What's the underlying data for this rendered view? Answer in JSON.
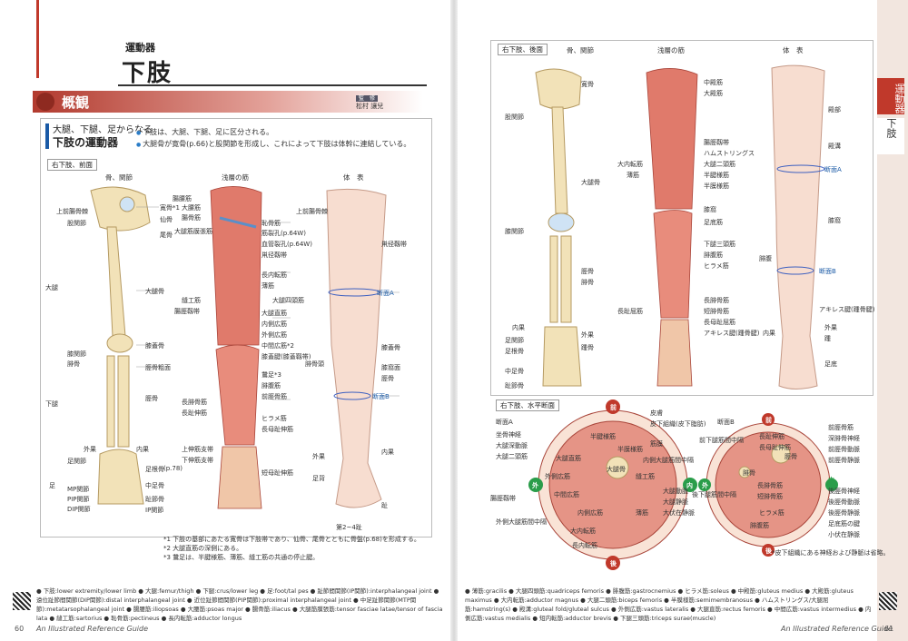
{
  "left": {
    "section": "運動器",
    "title": "下肢",
    "overview": "概観",
    "supervisor_tag": "監　修",
    "supervisor": "松村 讓兒",
    "lead_small": "大腿、下腿、足からなる",
    "lead_big": "下肢の運動器",
    "bullets": [
      "下肢は、大腿、下腿、足に区分される。",
      "大腿骨が寛骨(p.66)と股関節を形成し、これによって下肢は体幹に連結している。"
    ],
    "caption": "右下肢、前面",
    "col_headers": [
      "骨、関節",
      "浅層の筋",
      "体　表"
    ],
    "bone_labels": [
      "上前腸骨棘",
      "股関節",
      "寛骨*1",
      "仙骨",
      "尾骨",
      "大腿骨",
      "膝蓋骨",
      "膝関節",
      "脛骨粗面",
      "腓骨",
      "脛骨",
      "足関節",
      "足根骨",
      "中足骨",
      "趾節骨",
      "IP関節",
      "MP関節",
      "PIP関節",
      "DIP関節",
      "外果",
      "内果",
      "大腿",
      "下腿",
      "足",
      "(p.78)"
    ],
    "muscle_labels": [
      "腸腰筋",
      "大腰筋",
      "腸骨筋",
      "大腿筋膜張筋",
      "恥骨筋",
      "鼡径靱帯",
      "長内転筋",
      "薄筋",
      "縫工筋",
      "腸脛靱帯",
      "大腿四頭筋",
      "大腿直筋",
      "内側広筋",
      "外側広筋",
      "中間広筋*2",
      "膝蓋腱(膝蓋靱帯)",
      "鵞足*3",
      "腓腹筋",
      "前脛骨筋",
      "長腓骨筋",
      "長趾伸筋",
      "ヒラメ筋",
      "長母趾伸筋",
      "上伸筋支帯",
      "下伸筋支帯",
      "短母趾伸筋",
      "筋裂孔(p.64W)",
      "血管裂孔(p.64W)"
    ],
    "surface_labels": [
      "上前腸骨棘",
      "鼡径靱帯",
      "断面A",
      "膝蓋骨",
      "膝窩面",
      "脛骨",
      "腓骨頭",
      "断面B",
      "外果",
      "内果",
      "足背",
      "趾",
      "第2~4趾"
    ],
    "footnotes": [
      "*1 下肢の基部にあたる寛骨は下肢帯であり、仙骨、尾骨とともに骨盤(p.68)を形成する。",
      "*2 大腿直筋の深側にある。",
      "*3 鵞足は、半腱様筋、薄筋、縫工筋の共通の停止腱。"
    ],
    "glossary": "● 下肢:lower extremity/lower limb ● 大腿:femur/thigh ● 下腿:crus/lower leg ● 足:foot/tal pes ● 趾節間関節(IP関節):interphalangeal joint ● 遠位趾節間関節(DIP関節):distal interphalangeal joint ● 近位趾節間関節(PIP関節):proximal interphalangeal joint ● 中足趾節関節(MTP関節):metatarsophalangeal joint ● 腸腰筋:iliopsoas ● 大腰筋:psoas major ● 腸骨筋:iliacus ● 大腿筋膜張筋:tensor fasciae latae/tensor of fascia lata ● 縫工筋:sartorius ● 恥骨筋:pectineus ● 長内転筋:adductor longus",
    "page_number": "60",
    "book_title": "An Illustrated Reference Guide"
  },
  "right": {
    "caption_back": "右下肢、後面",
    "col_headers": [
      "骨、関節",
      "浅層の筋",
      "体　表"
    ],
    "bone_labels": [
      "寛骨",
      "股関節",
      "大腿骨",
      "膝関節",
      "脛骨",
      "腓骨",
      "内果",
      "外果",
      "足関節",
      "足根骨",
      "踵骨",
      "中足骨",
      "趾節骨"
    ],
    "muscle_labels": [
      "中殿筋",
      "大殿筋",
      "腸脛靱帯",
      "ハムストリングス",
      "大腿二頭筋",
      "半腱様筋",
      "半膜様筋",
      "大内転筋",
      "薄筋",
      "膝窩",
      "足底筋",
      "下腿三頭筋",
      "腓腹筋",
      "ヒラメ筋",
      "長腓骨筋",
      "短腓骨筋",
      "長趾屈筋",
      "長母趾屈筋",
      "アキレス腱(踵骨腱)"
    ],
    "surface_labels": [
      "殿部",
      "殿溝",
      "断面A",
      "膝窩",
      "腓腹",
      "断面B",
      "アキレス腱(踵骨腱)",
      "外果",
      "内果",
      "踵",
      "足底"
    ],
    "caption_cross": "右下肢、水平断面",
    "legend": [
      "皮膚",
      "皮下組織(皮下脂肪)",
      "筋膜"
    ],
    "crossA_labels": [
      "断面A",
      "坐骨神経",
      "大腿深動脈",
      "大腿二頭筋",
      "半腱様筋",
      "半膜様筋",
      "大内転筋",
      "長内転筋",
      "大腿骨",
      "大腿直筋",
      "中間広筋",
      "外側広筋",
      "内側広筋",
      "縫工筋",
      "薄筋",
      "腸脛靱帯",
      "大腿動脈",
      "大腿静脈",
      "大伏在静脈",
      "外側大腿筋間中隔",
      "内側大腿筋間中隔",
      "前",
      "後",
      "外",
      "内"
    ],
    "crossB_labels": [
      "断面B",
      "前脛骨筋",
      "長趾伸筋",
      "長母趾伸筋",
      "脛骨",
      "腓骨",
      "長腓骨筋",
      "短腓骨筋",
      "前下腿筋間中隔",
      "後下腿筋間中隔",
      "ヒラメ筋",
      "腓腹筋",
      "深腓骨神経",
      "前脛骨動脈",
      "前脛骨静脈",
      "後脛骨神経",
      "後脛骨動脈",
      "後脛骨静脈",
      "足底筋の腱",
      "小伏在静脈",
      "前",
      "後",
      "外",
      "内"
    ],
    "note": "*皮下組織にある神経および静脈は省略。",
    "side_tabs": [
      "運動器",
      "下肢"
    ],
    "glossary": "● 薄筋:gracilis ● 大腿四頭筋:quadriceps femoris ● 腓腹筋:gastrocnemius ● ヒラメ筋:soleus ● 中殿筋:gluteus medius ● 大殿筋:gluteus maximus ● 大内転筋:adductor magnus ● 大腿二頭筋:biceps femoris ● 半膜様筋:semimembranosus ● ハムストリングス/大腿屈筋:hamstring(s) ● 殿溝:gluteal fold/gluteal sulcus ● 外側広筋:vastus lateralis ● 大腿直筋:rectus femoris ● 中間広筋:vastus intermedius ● 内側広筋:vastus medialis ● 短内転筋:adductor brevis ● 下腿三頭筋:triceps surae(muscle)",
    "page_number": "61",
    "book_title": "An Illustrated Reference Guide"
  },
  "colors": {
    "accent": "#c0392b",
    "blue": "#1a5aa6",
    "bone": "#f2e2b8",
    "muscle": "#e07a6b",
    "skin": "#f7ddd0"
  }
}
